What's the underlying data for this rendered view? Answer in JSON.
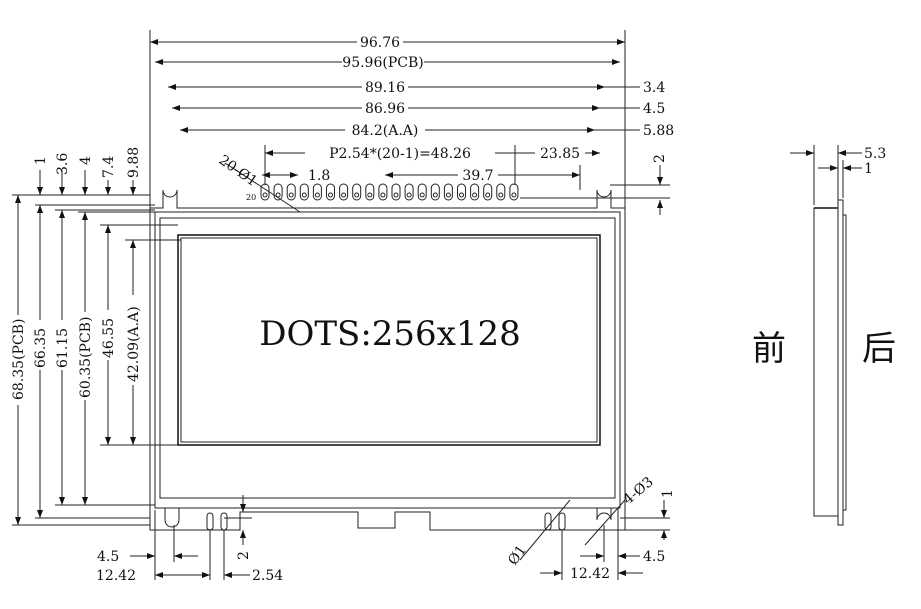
{
  "display_text": "DOTS:256x128",
  "top_dims": {
    "overall": "96.76",
    "pcb": "95.96(PCB)",
    "d1": "89.16",
    "d2": "86.96",
    "aa": "84.2(A.A)",
    "pitch": "P2.54*(20-1)=48.26",
    "offset": "23.85",
    "pin_w": "1.8",
    "d3": "39.7",
    "right1": "3.4",
    "right2": "4.5",
    "right3": "5.88",
    "pin_h": "2",
    "pin_holes": "20-Ø1",
    "pin_num": "20"
  },
  "left_dims": {
    "t1": "1",
    "t2": "3.6",
    "t3": "4",
    "t4": "7.4",
    "t5": "9.88",
    "h_pcb": "68.35(PCB)",
    "h2": "66.35",
    "h3": "61.15",
    "h_pcb2": "60.35(PCB)",
    "h5": "46.55",
    "h_aa": "42.09(A.A)"
  },
  "bottom_dims": {
    "l_hole": "4.5",
    "l_pin": "12.42",
    "pin_h": "2",
    "pitch": "2.54",
    "hole_d": "Ø1",
    "mount": "4-Ø3",
    "r_hole": "4.5",
    "r_pin": "12.42",
    "r_v": "1"
  },
  "side_dims": {
    "thick": "5.3",
    "pcb": "1"
  },
  "labels": {
    "front": "前",
    "back": "后"
  }
}
